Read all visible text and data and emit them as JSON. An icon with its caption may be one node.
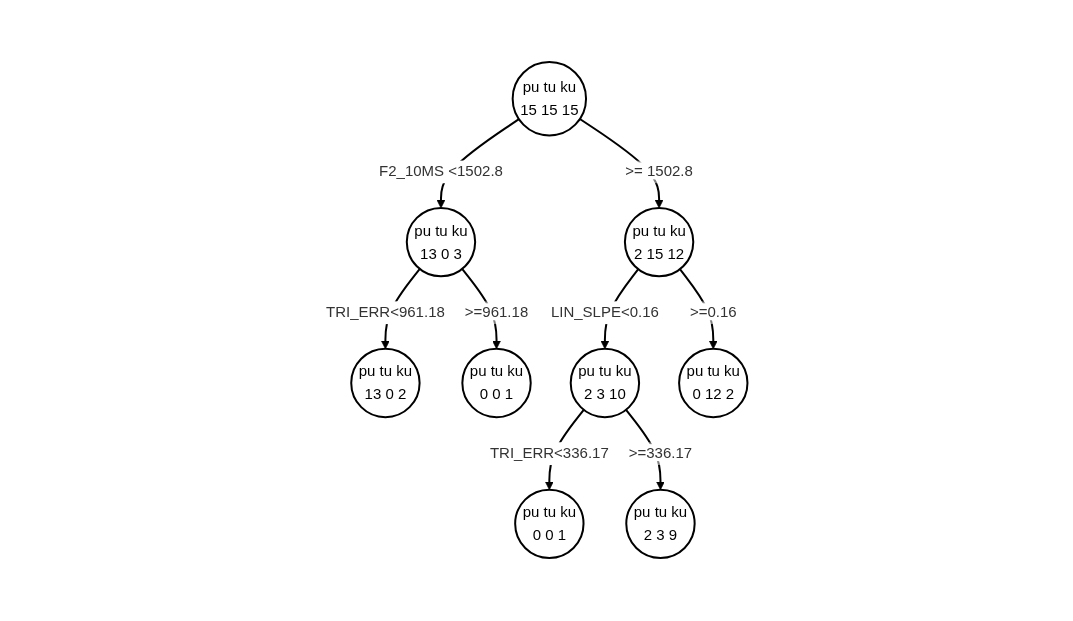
{
  "diagram": {
    "nodes": [
      {
        "text": [
          "pu tu ku",
          "15 15 15"
        ]
      },
      {
        "text": [
          "pu tu ku",
          "13 0 3"
        ]
      },
      {
        "text": [
          "pu tu ku",
          "2 15 12"
        ]
      },
      {
        "text": [
          "pu tu ku",
          "13 0 2"
        ]
      },
      {
        "text": [
          "pu tu ku",
          "0 0 1"
        ]
      },
      {
        "text": [
          "pu tu ku",
          "2 3 10"
        ]
      },
      {
        "text": [
          "pu tu ku",
          "0 12 2"
        ]
      },
      {
        "text": [
          "pu tu ku",
          "0 0 1"
        ]
      },
      {
        "text": [
          "pu tu ku",
          "2 3 9"
        ]
      }
    ],
    "edges": [
      {
        "from": 0,
        "to": 1,
        "arrow": "to",
        "label": "F2_10MS <1502.8"
      },
      {
        "from": 0,
        "to": 2,
        "arrow": "to",
        "label": ">= 1502.8"
      },
      {
        "from": 1,
        "to": 3,
        "arrow": "to",
        "label": "TRI_ERR<961.18"
      },
      {
        "from": 1,
        "to": 4,
        "arrow": "to",
        "label": ">=961.18"
      },
      {
        "from": 2,
        "to": 5,
        "arrow": "to",
        "label": "LIN_SLPE<0.16"
      },
      {
        "from": 2,
        "to": 6,
        "arrow": "to",
        "label": ">=0.16"
      },
      {
        "from": 5,
        "to": 7,
        "arrow": "to",
        "label": "TRI_ERR<336.17"
      },
      {
        "from": 5,
        "to": 8,
        "arrow": "to",
        "label": ">=336.17"
      }
    ]
  }
}
